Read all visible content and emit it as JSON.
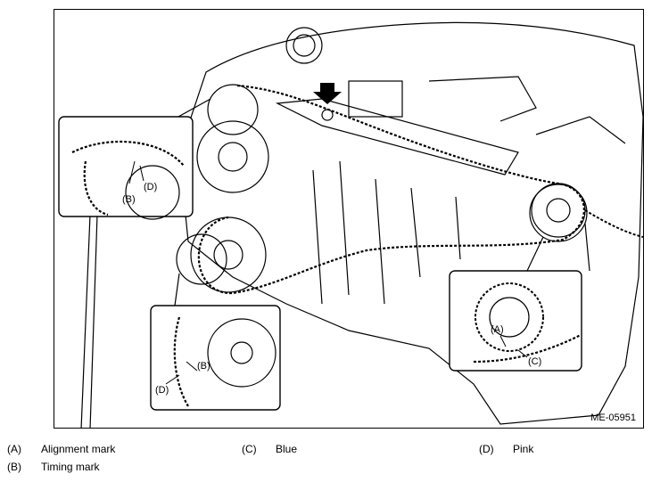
{
  "figure": {
    "code": "ME-05951",
    "callouts": {
      "a": "(A)",
      "b_top": "(B)",
      "d_top": "(D)",
      "b_bottom": "(B)",
      "d_bottom": "(D)",
      "c": "(C)"
    }
  },
  "legend": [
    {
      "key": "(A)",
      "label": "Alignment mark"
    },
    {
      "key": "(B)",
      "label": "Timing mark"
    },
    {
      "key": "(C)",
      "label": "Blue"
    },
    {
      "key": "(D)",
      "label": "Pink"
    }
  ]
}
